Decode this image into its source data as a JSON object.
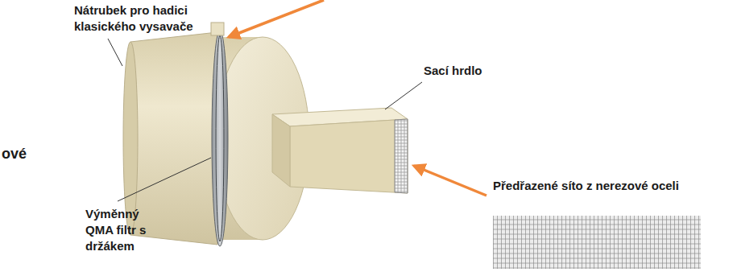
{
  "diagram": {
    "labels": [
      "Nátrubek pro hadici klasického vysavače",
      "Sací hrdlo",
      "ové",
      "Předřazené síto z nerezové oceli",
      "Výměnný QMA filtr s držákem"
    ]
  }
}
